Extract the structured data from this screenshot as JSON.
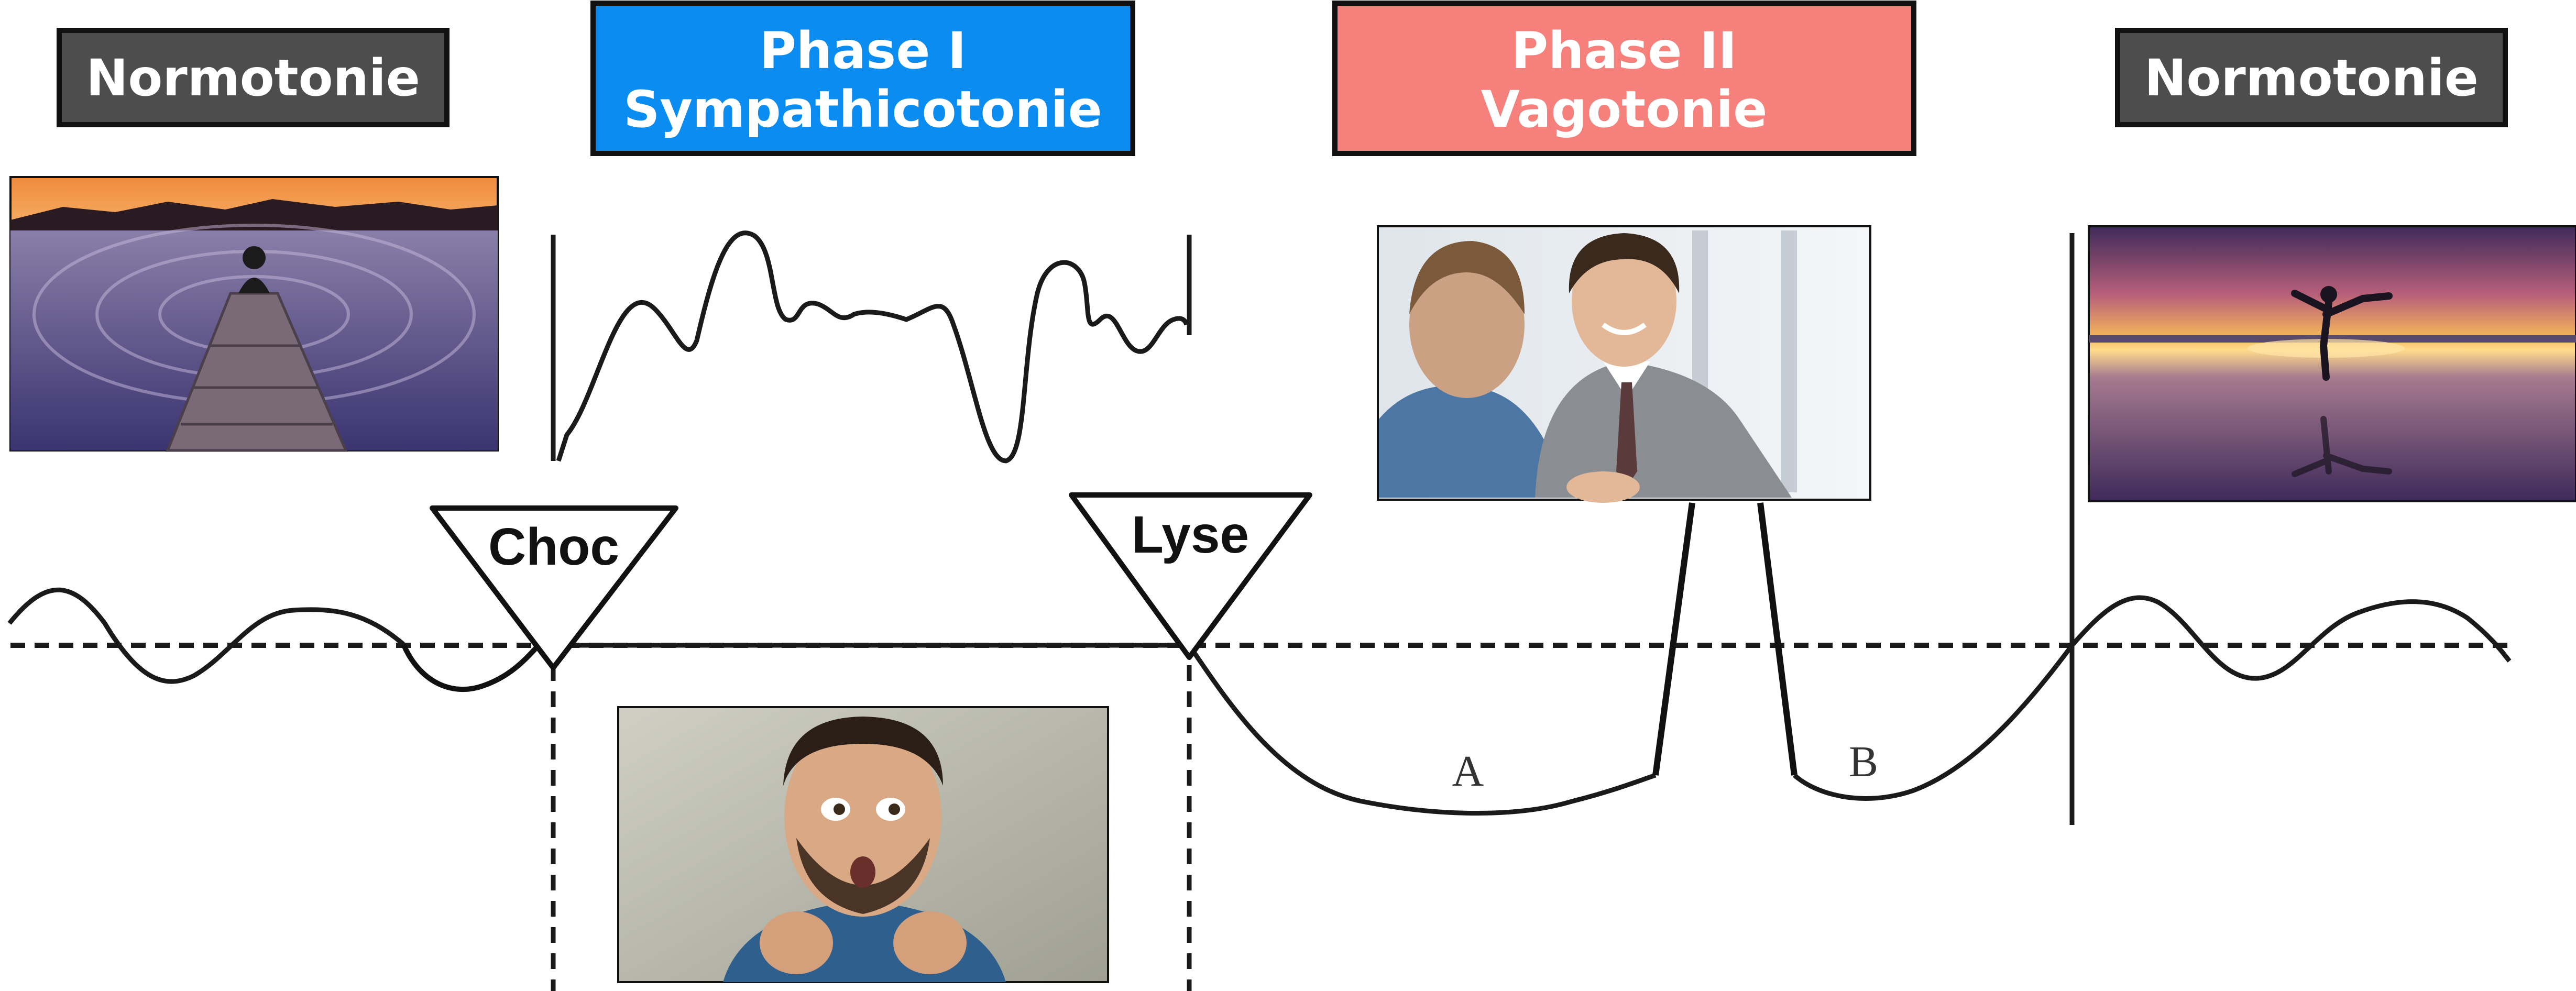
{
  "headers": {
    "normotonie_left": "Normotonie",
    "phase1_line1": "Phase I",
    "phase1_line2": "Sympathicotonie",
    "phase2_line1": "Phase II",
    "phase2_line2": "Vagotonie",
    "normotonie_right": "Normotonie"
  },
  "markers": {
    "choc": "Choc",
    "lyse": "Lyse"
  },
  "phase2_labels": {
    "a": "A",
    "b": "B"
  },
  "colors": {
    "normotonie": "#4d4d4d",
    "phase1": "#0a8cf0",
    "phase2": "#f6807b",
    "stroke": "#1a1a1a"
  },
  "photos": {
    "left": "lake-pier-meditation-photo",
    "fear": "frightened-man-photo",
    "meeting": "business-handshake-photo",
    "right": "beach-yoga-photo"
  }
}
